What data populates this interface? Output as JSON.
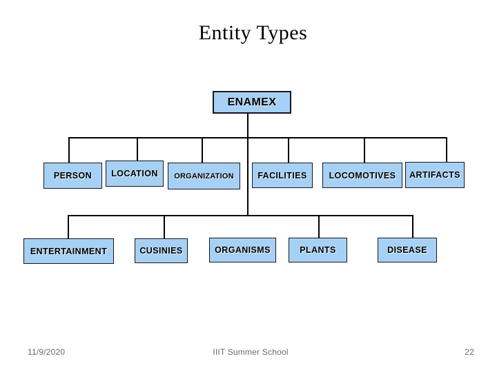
{
  "slide": {
    "title": "Entity Types",
    "footer": {
      "date": "11/9/2020",
      "center_text": "IIIT Summer School",
      "page_number": "22"
    }
  },
  "diagram": {
    "root": {
      "label": "ENAMEX"
    },
    "level1": [
      {
        "label": "PERSON"
      },
      {
        "label": "LOCATION"
      },
      {
        "label": "ORGANIZATION"
      },
      {
        "label": "FACILITIES"
      },
      {
        "label": "LOCOMOTIVES"
      },
      {
        "label": "ARTIFACTS"
      }
    ],
    "level2": [
      {
        "label": "ENTERTAINMENT"
      },
      {
        "label": "CUSINIES"
      },
      {
        "label": "ORGANISMS"
      },
      {
        "label": "PLANTS"
      },
      {
        "label": "DISEASE"
      }
    ]
  },
  "colors": {
    "background": "#ffffff",
    "node_fill": "#a7d1f4",
    "node_border": "#14141e",
    "connector": "#000000",
    "title_text": "#000000",
    "footer_text": "#6a6a6a"
  }
}
